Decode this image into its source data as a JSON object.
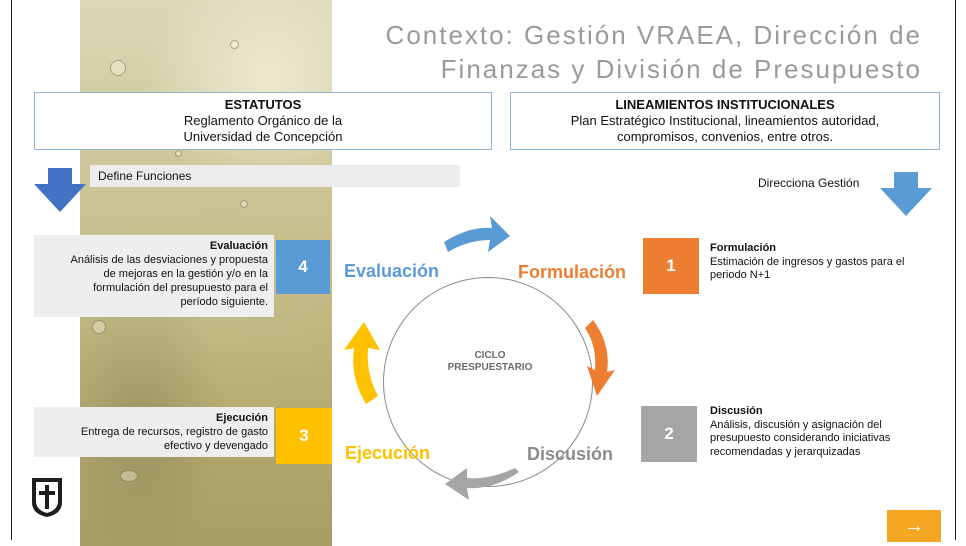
{
  "title": {
    "line1": "Contexto: Gestión VRAEA, Dirección de",
    "line2": "Finanzas y División de Presupuesto"
  },
  "estatutos": {
    "heading": "ESTATUTOS",
    "line1": "Reglamento Orgánico de la",
    "line2": "Universidad de Concepción"
  },
  "lineamientos": {
    "heading": "LINEAMIENTOS INSTITUCIONALES",
    "line1": "Plan Estratégico Institucional, lineamientos autoridad,",
    "line2": "compromisos, convenios, entre otros."
  },
  "define_funciones": "Define Funciones",
  "direcciona_gestion": "Direcciona Gestión",
  "cycle_center": {
    "line1": "CICLO",
    "line2": "PRESPUESTARIO"
  },
  "stages": {
    "formulacion": {
      "number": "1",
      "label": "Formulación",
      "heading": "Formulación",
      "desc_line1": "Estimación de ingresos y gastos para el",
      "desc_line2": "periodo N+1",
      "color": "#ed7d31"
    },
    "discusion": {
      "number": "2",
      "label": "Discusión",
      "heading": "Discusión",
      "desc_line1": "Análisis, discusión y asignación del",
      "desc_line2": "presupuesto considerando iniciativas",
      "desc_line3": "recomendadas y jerarquizadas",
      "color": "#a5a5a5"
    },
    "ejecucion": {
      "number": "3",
      "label": "Ejecución",
      "heading": "Ejecución",
      "desc_line1": "Entrega de recursos, registro de gasto",
      "desc_line2": "efectivo y devengado",
      "color": "#ffc000"
    },
    "evaluacion": {
      "number": "4",
      "label": "Evaluación",
      "heading": "Evaluación",
      "desc_line1": "Análisis de las desviaciones y propuesta",
      "desc_line2": "de mejoras en la gestión y/o en la",
      "desc_line3": "formulación del presupuesto para el",
      "desc_line4": "período siguiente.",
      "color": "#5b9bd5"
    }
  },
  "icons": {
    "next": "arrow-right-icon",
    "crest": "university-crest-icon"
  },
  "next_glyph": "→"
}
